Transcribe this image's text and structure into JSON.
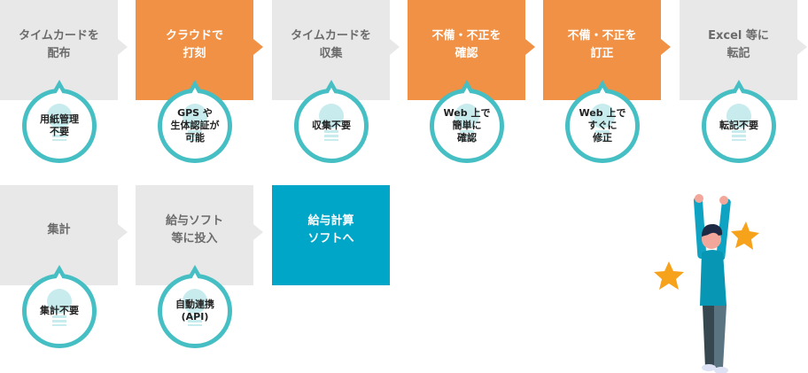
{
  "steps": [
    {
      "label": "タイムカードを\n配布",
      "benefit": "用紙管理\n不要",
      "style": "gray"
    },
    {
      "label": "クラウドで\n打刻",
      "benefit": "GPS や\n生体認証が\n可能",
      "style": "orange"
    },
    {
      "label": "タイムカードを\n収集",
      "benefit": "収集不要",
      "style": "gray"
    },
    {
      "label": "不備・不正を\n確認",
      "benefit": "Web 上で\n簡単に\n確認",
      "style": "orange"
    },
    {
      "label": "不備・不正を\n訂正",
      "benefit": "Web 上で\nすぐに\n修正",
      "style": "orange"
    },
    {
      "label": "Excel 等に\n転記",
      "benefit": "転記不要",
      "style": "gray"
    },
    {
      "label": "集計",
      "benefit": "集計不要",
      "style": "gray"
    },
    {
      "label": "給与ソフト\n等に投入",
      "benefit": "自動連携\n(API)",
      "style": "gray"
    },
    {
      "label": "給与計算\nソフトへ",
      "style": "blue"
    }
  ],
  "colors": {
    "gray": "#e8e8e8",
    "orange": "#f09145",
    "blue": "#00a6c8",
    "teal": "#45bfc3"
  }
}
